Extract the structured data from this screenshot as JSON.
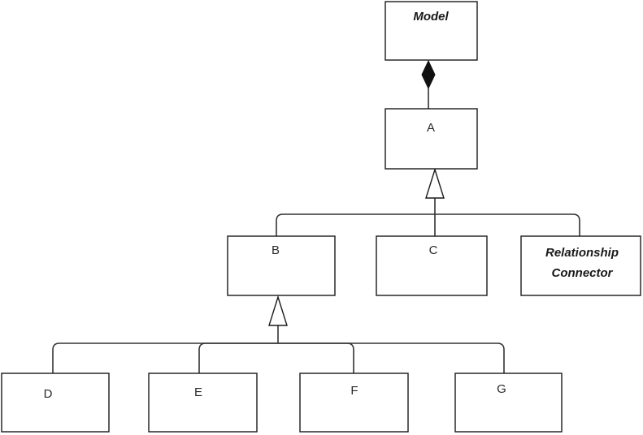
{
  "nodes": {
    "model": {
      "label": "Model"
    },
    "a": {
      "label": "A"
    },
    "b": {
      "label": "B"
    },
    "c": {
      "label": "C"
    },
    "relationship_connector": {
      "lines": [
        "Relationship",
        "Connector"
      ]
    },
    "d": {
      "label": "D"
    },
    "e": {
      "label": "E"
    },
    "f": {
      "label": "F"
    },
    "g": {
      "label": "G"
    }
  },
  "edges": [
    {
      "from": "a",
      "to": "model",
      "type": "composition"
    },
    {
      "from": "b",
      "to": "a",
      "type": "generalization"
    },
    {
      "from": "c",
      "to": "a",
      "type": "generalization"
    },
    {
      "from": "relationship_connector",
      "to": "a",
      "type": "generalization"
    },
    {
      "from": "d",
      "to": "b",
      "type": "generalization"
    },
    {
      "from": "e",
      "to": "b",
      "type": "generalization"
    },
    {
      "from": "f",
      "to": "b",
      "type": "generalization"
    },
    {
      "from": "g",
      "to": "b",
      "type": "generalization"
    }
  ]
}
